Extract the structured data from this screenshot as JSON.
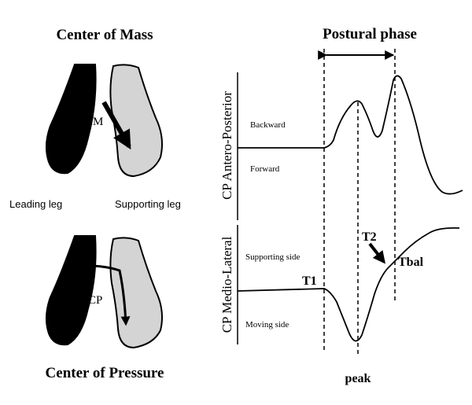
{
  "left_panel": {
    "top_title": "Center of Mass",
    "cm_label": "CM",
    "leading_leg_label": "Leading leg",
    "supporting_leg_label": "Supporting leg",
    "cp_label": "CP",
    "bottom_title": "Center of Pressure"
  },
  "right_panel": {
    "phase_title": "Postural phase",
    "ap_axis_label": "CP Antero-Posterior",
    "ml_axis_label": "CP Medio-Lateral",
    "backward_label": "Backward",
    "forward_label": "Forward",
    "supporting_side_label": "Supporting side",
    "moving_side_label": "Moving side",
    "t1_label": "T1",
    "t2_label": "T2",
    "tbal_label": "Tbal",
    "peak_label": "peak"
  },
  "colors": {
    "leading_foot": "#000000",
    "supporting_foot": "#d4d4d4",
    "stroke": "#000000"
  }
}
